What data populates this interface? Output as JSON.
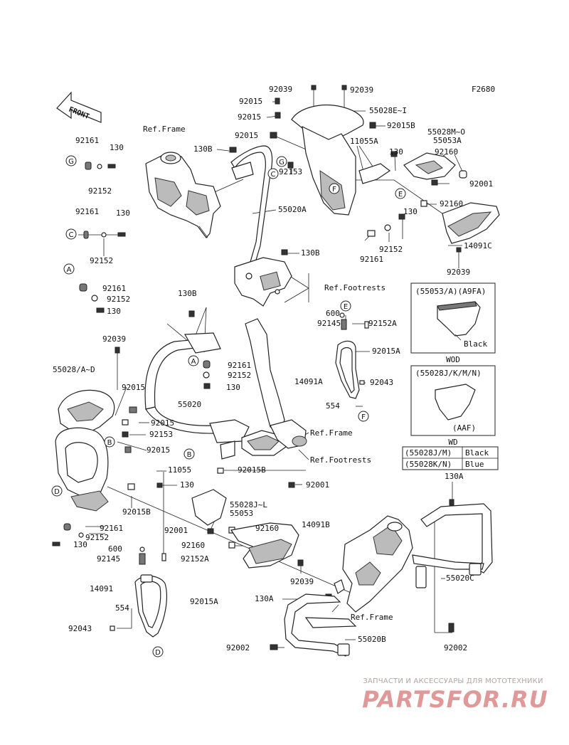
{
  "diagram": {
    "code": "F2680",
    "front_label": "FRONT"
  },
  "part_labels": [
    "92039",
    "92039",
    "92015",
    "55028E~I",
    "92015",
    "92015B",
    "55028M~O",
    "55053A",
    "92015",
    "11055A",
    "130",
    "92160",
    "130B",
    "92153",
    "92001",
    "55020A",
    "92160",
    "92161",
    "130",
    "92152",
    "130",
    "92152",
    "92161",
    "14091C",
    "92039",
    "130B",
    "92161",
    "130",
    "92152",
    "92161",
    "92152",
    "130",
    "130B",
    "92161",
    "92152",
    "130",
    "92039",
    "55028/A~D",
    "92015",
    "55020",
    "92015",
    "92153",
    "92015",
    "11055",
    "92015B",
    "130",
    "92001",
    "92015B",
    "55028J~L",
    "55053",
    "92001",
    "92160",
    "14091B",
    "92160",
    "92161",
    "92152",
    "130",
    "600",
    "92145",
    "92152A",
    "92039",
    "14091",
    "92015A",
    "554",
    "92043",
    "600",
    "92145",
    "92152A",
    "92015A",
    "14091A",
    "92043",
    "554",
    "130A",
    "130A",
    "55020C",
    "55020B",
    "92002",
    "92002"
  ],
  "reference_labels": [
    "Ref.Frame",
    "Ref.Footrests",
    "Ref.Frame",
    "Ref.Footrests",
    "Ref.Frame"
  ],
  "callouts": [
    "G",
    "G",
    "C",
    "C",
    "F",
    "F",
    "E",
    "E",
    "A",
    "A",
    "B",
    "B",
    "D",
    "D"
  ],
  "variant_boxes": [
    {
      "title": "(55053/A)(A9FA)",
      "note": "Black",
      "footer": "WD"
    },
    {
      "title": "(55028J/K/M/N)",
      "note": "(AAF)",
      "footer": "WOD"
    }
  ],
  "color_table": [
    {
      "code": "(55028J/M)",
      "color": "Black"
    },
    {
      "code": "(55028K/N)",
      "color": "Blue"
    }
  ],
  "watermark": {
    "subtitle": "ЗАПЧАСТИ И АКСЕССУАРЫ ДЛЯ МОТОТЕХНИКИ",
    "logo": "PARTSFOR.RU"
  }
}
